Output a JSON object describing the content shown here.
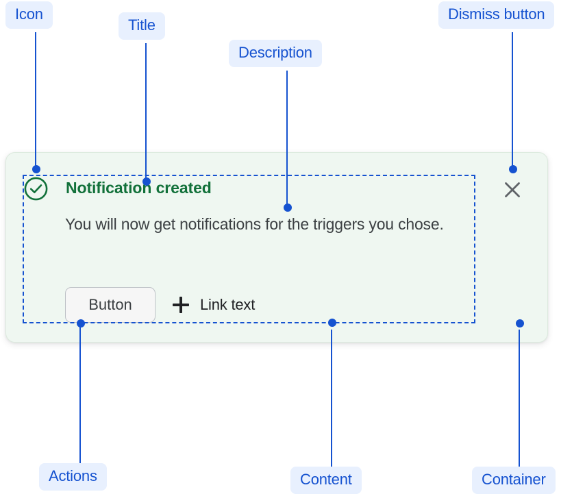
{
  "notification": {
    "icon_name": "check-circle-icon",
    "title": "Notification created",
    "description": "You will now get notifications for the triggers you chose.",
    "actions": {
      "button_label": "Button",
      "link_icon_name": "plus-icon",
      "link_label": "Link text"
    },
    "dismiss_icon_name": "close-icon",
    "colors": {
      "container_bg": "#eff7f1",
      "container_border": "#dceade",
      "title": "#12713a",
      "icon": "#12713a",
      "description": "#3c4043",
      "button_bg": "#f6f6f6",
      "button_border": "#bdc1c6",
      "dismiss": "#5f6368"
    }
  },
  "annotations": {
    "accent": "#1552d0",
    "pill_bg": "#e8f0fe",
    "items": [
      {
        "label": "Icon"
      },
      {
        "label": "Title"
      },
      {
        "label": "Description"
      },
      {
        "label": "Dismiss button"
      },
      {
        "label": "Actions"
      },
      {
        "label": "Content"
      },
      {
        "label": "Container"
      }
    ]
  }
}
